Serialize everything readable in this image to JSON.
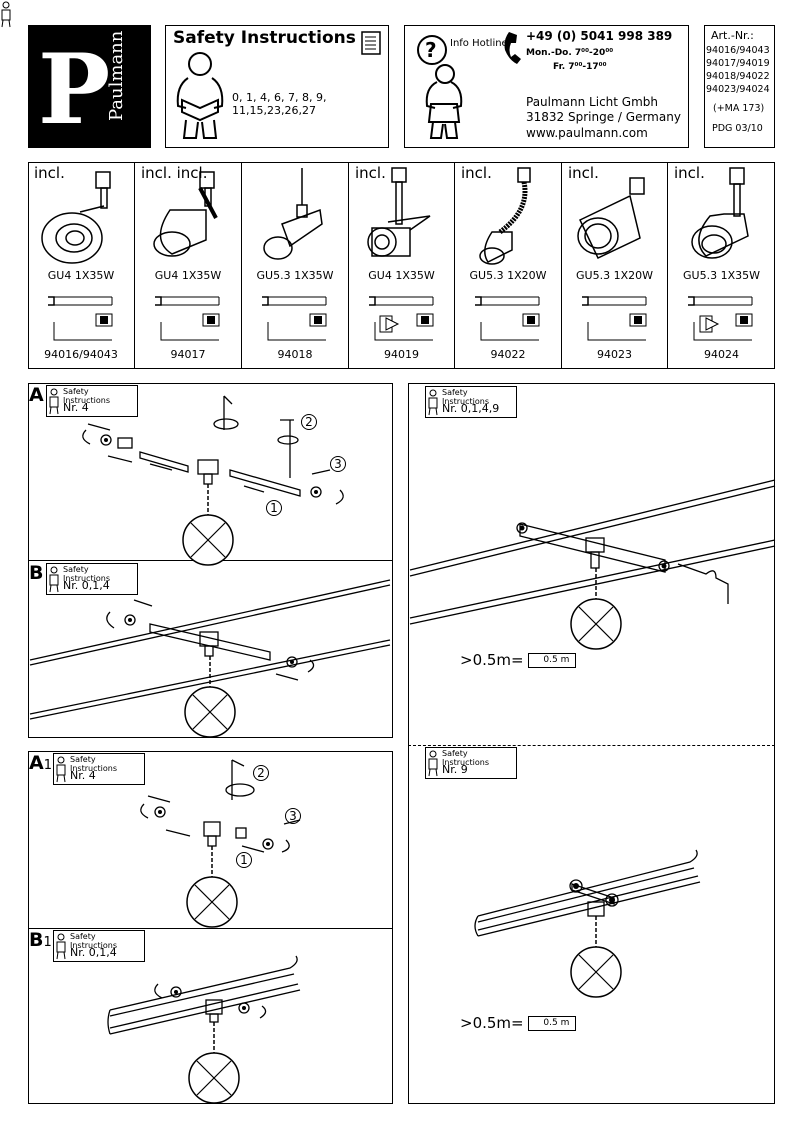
{
  "brand": {
    "logo_letter": "P",
    "logo_name": "Paulmann"
  },
  "safety_header": {
    "title": "Safety Instructions",
    "numbers_line1": "0, 1, 4, 6, 7, 8, 9,",
    "numbers_line2": "11,15,23,26,27"
  },
  "hotline": {
    "label": "Info Hotline",
    "phone": "+49 (0) 5041 998 389",
    "hours_weekday": "Mon.-Do. 7⁰⁰-20⁰⁰",
    "hours_friday": "Fr.  7⁰⁰-17⁰⁰",
    "company": "Paulmann Licht Gmbh",
    "address": "31832 Springe / Germany",
    "website": "www.paulmann.com"
  },
  "article": {
    "label": "Art.-Nr.:",
    "line1": "94016/94043",
    "line2": "94017/94019",
    "line3": "94018/94022",
    "line4": "94023/94024",
    "ma": "(+MA 173)",
    "pdg": "PDG 03/10"
  },
  "products": [
    {
      "incl": "incl.",
      "spec": "GU4  1X35W",
      "number": "94016/94043"
    },
    {
      "incl": "incl. incl.",
      "spec": "GU4  1X35W",
      "number": "94017"
    },
    {
      "incl": "",
      "spec": "GU5.3  1X35W",
      "number": "94018"
    },
    {
      "incl": "incl.",
      "spec": "GU4  1X35W",
      "number": "94019"
    },
    {
      "incl": "incl.",
      "spec": "GU5.3  1X20W",
      "number": "94022"
    },
    {
      "incl": "incl.",
      "spec": "GU5.3  1X20W",
      "number": "94023"
    },
    {
      "incl": "incl.",
      "spec": "GU5.3  1X35W",
      "number": "94024"
    }
  ],
  "sections": {
    "a": {
      "letter": "A",
      "sub": "",
      "si_label": "Safety Instructions",
      "si_nr": "Nr. 4"
    },
    "b": {
      "letter": "B",
      "sub": "",
      "si_label": "Safety Instructions",
      "si_nr": "Nr. 0,1,4"
    },
    "a1": {
      "letter": "A",
      "sub": "1",
      "si_label": "Safety Instructions",
      "si_nr": "Nr. 4"
    },
    "b1": {
      "letter": "B",
      "sub": "1",
      "si_label": "Safety Instructions",
      "si_nr": "Nr. 0,1,4"
    },
    "r1": {
      "si_label": "Safety Instructions",
      "si_nr": "Nr. 0,1,4,9"
    },
    "r2": {
      "si_label": "Safety Instructions",
      "si_nr": "Nr. 9"
    }
  },
  "distance": {
    "text": ">0.5m=",
    "badge": "0.5 m"
  },
  "steps": {
    "one": "1",
    "two": "2",
    "three": "3"
  }
}
